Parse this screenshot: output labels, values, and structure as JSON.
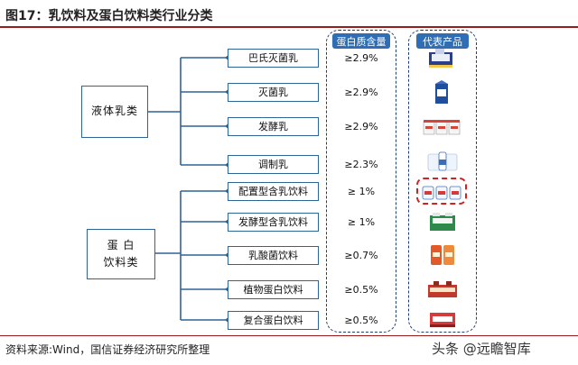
{
  "figure": {
    "title": "图17：乳饮料及蛋白饮料类行业分类",
    "source": "资料来源:Wind，国信证券经济研究所整理",
    "watermark": "头条 @远瞻智库"
  },
  "categories": [
    {
      "label": "液体乳类"
    },
    {
      "label": "蛋 白\n饮料类"
    }
  ],
  "products": [
    {
      "name": "巴氏灭菌乳",
      "protein": "≥2.9%",
      "icon": "pasteurized-milk-image"
    },
    {
      "name": "灭菌乳",
      "protein": "≥2.9%",
      "icon": "sterilized-milk-carton-image"
    },
    {
      "name": "发酵乳",
      "protein": "≥2.9%",
      "icon": "yogurt-cups-image"
    },
    {
      "name": "调制乳",
      "protein": "≥2.3%",
      "icon": "flavored-milk-bottle-image"
    },
    {
      "name": "配置型含乳饮料",
      "protein": "≥ 1%",
      "icon": "milk-drink-bottles-image"
    },
    {
      "name": "发酵型含乳饮料",
      "protein": "≥ 1%",
      "icon": "fermented-milk-drink-image"
    },
    {
      "name": "乳酸菌饮料",
      "protein": "≥0.7%",
      "icon": "lactic-drink-image"
    },
    {
      "name": "植物蛋白饮料",
      "protein": "≥0.5%",
      "icon": "plant-protein-drink-image"
    },
    {
      "name": "复合蛋白饮料",
      "protein": "≥0.5%",
      "icon": "compound-protein-drink-image"
    }
  ],
  "columns": {
    "protein_header": "蛋白质含量",
    "products_header": "代表产品"
  },
  "colors": {
    "accent": "#2f6db5",
    "box_border": "#2f6496",
    "title_rule": "#9a1b1b",
    "highlight": "#d42020"
  }
}
